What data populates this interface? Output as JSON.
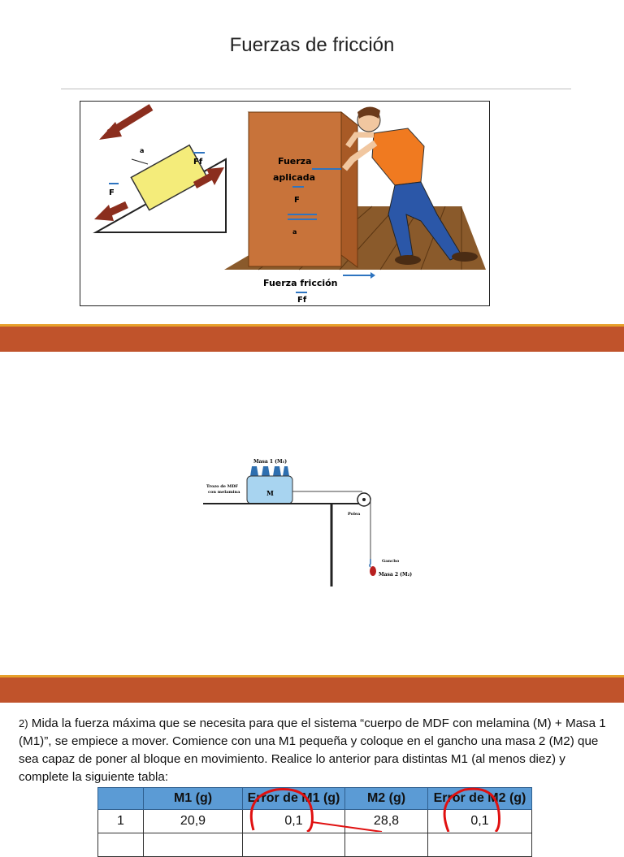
{
  "slide": {
    "title": "Fuerzas de fricción"
  },
  "figure1": {
    "incline_labels": {
      "accel": "a",
      "ff": "Ff",
      "f": "F"
    },
    "box_labels": {
      "applied_line1": "Fuerza",
      "applied_line2": "aplicada",
      "f": "F",
      "accel": "a"
    },
    "friction_label": "Fuerza fricción",
    "friction_ff": "Ff"
  },
  "figure2": {
    "mass1_label": "Masa 1 (M₁)",
    "block_label": "M",
    "mdf_line1": "Trozo de MDF",
    "mdf_line2": "con melamina",
    "pulley_label": "Polea",
    "hook_label": "Gancho",
    "mass2_label": "Masa 2 (M₂)"
  },
  "question": {
    "number": "2)",
    "text": "Mida la fuerza máxima que se necesita para que el sistema “cuerpo de MDF con melamina (M) + Masa 1 (M1)”, se empiece a mover. Comience con una M1 pequeña y coloque en el gancho una masa 2 (M2) que sea capaz de poner al bloque en movimiento. Realice lo anterior para distintas M1 (al menos diez) y complete la siguiente tabla:"
  },
  "table": {
    "headers": [
      "",
      "M1 (g)",
      "Error de M1 (g)",
      "M2 (g)",
      "Error de M2 (g)"
    ],
    "rows": [
      [
        "1",
        "20,9",
        "0,1",
        "28,8",
        "0,1"
      ]
    ]
  },
  "colors": {
    "band": "#c0532b",
    "band_accent": "#e7a02b",
    "table_header": "#5b9bd5",
    "annotation": "#e01010"
  }
}
